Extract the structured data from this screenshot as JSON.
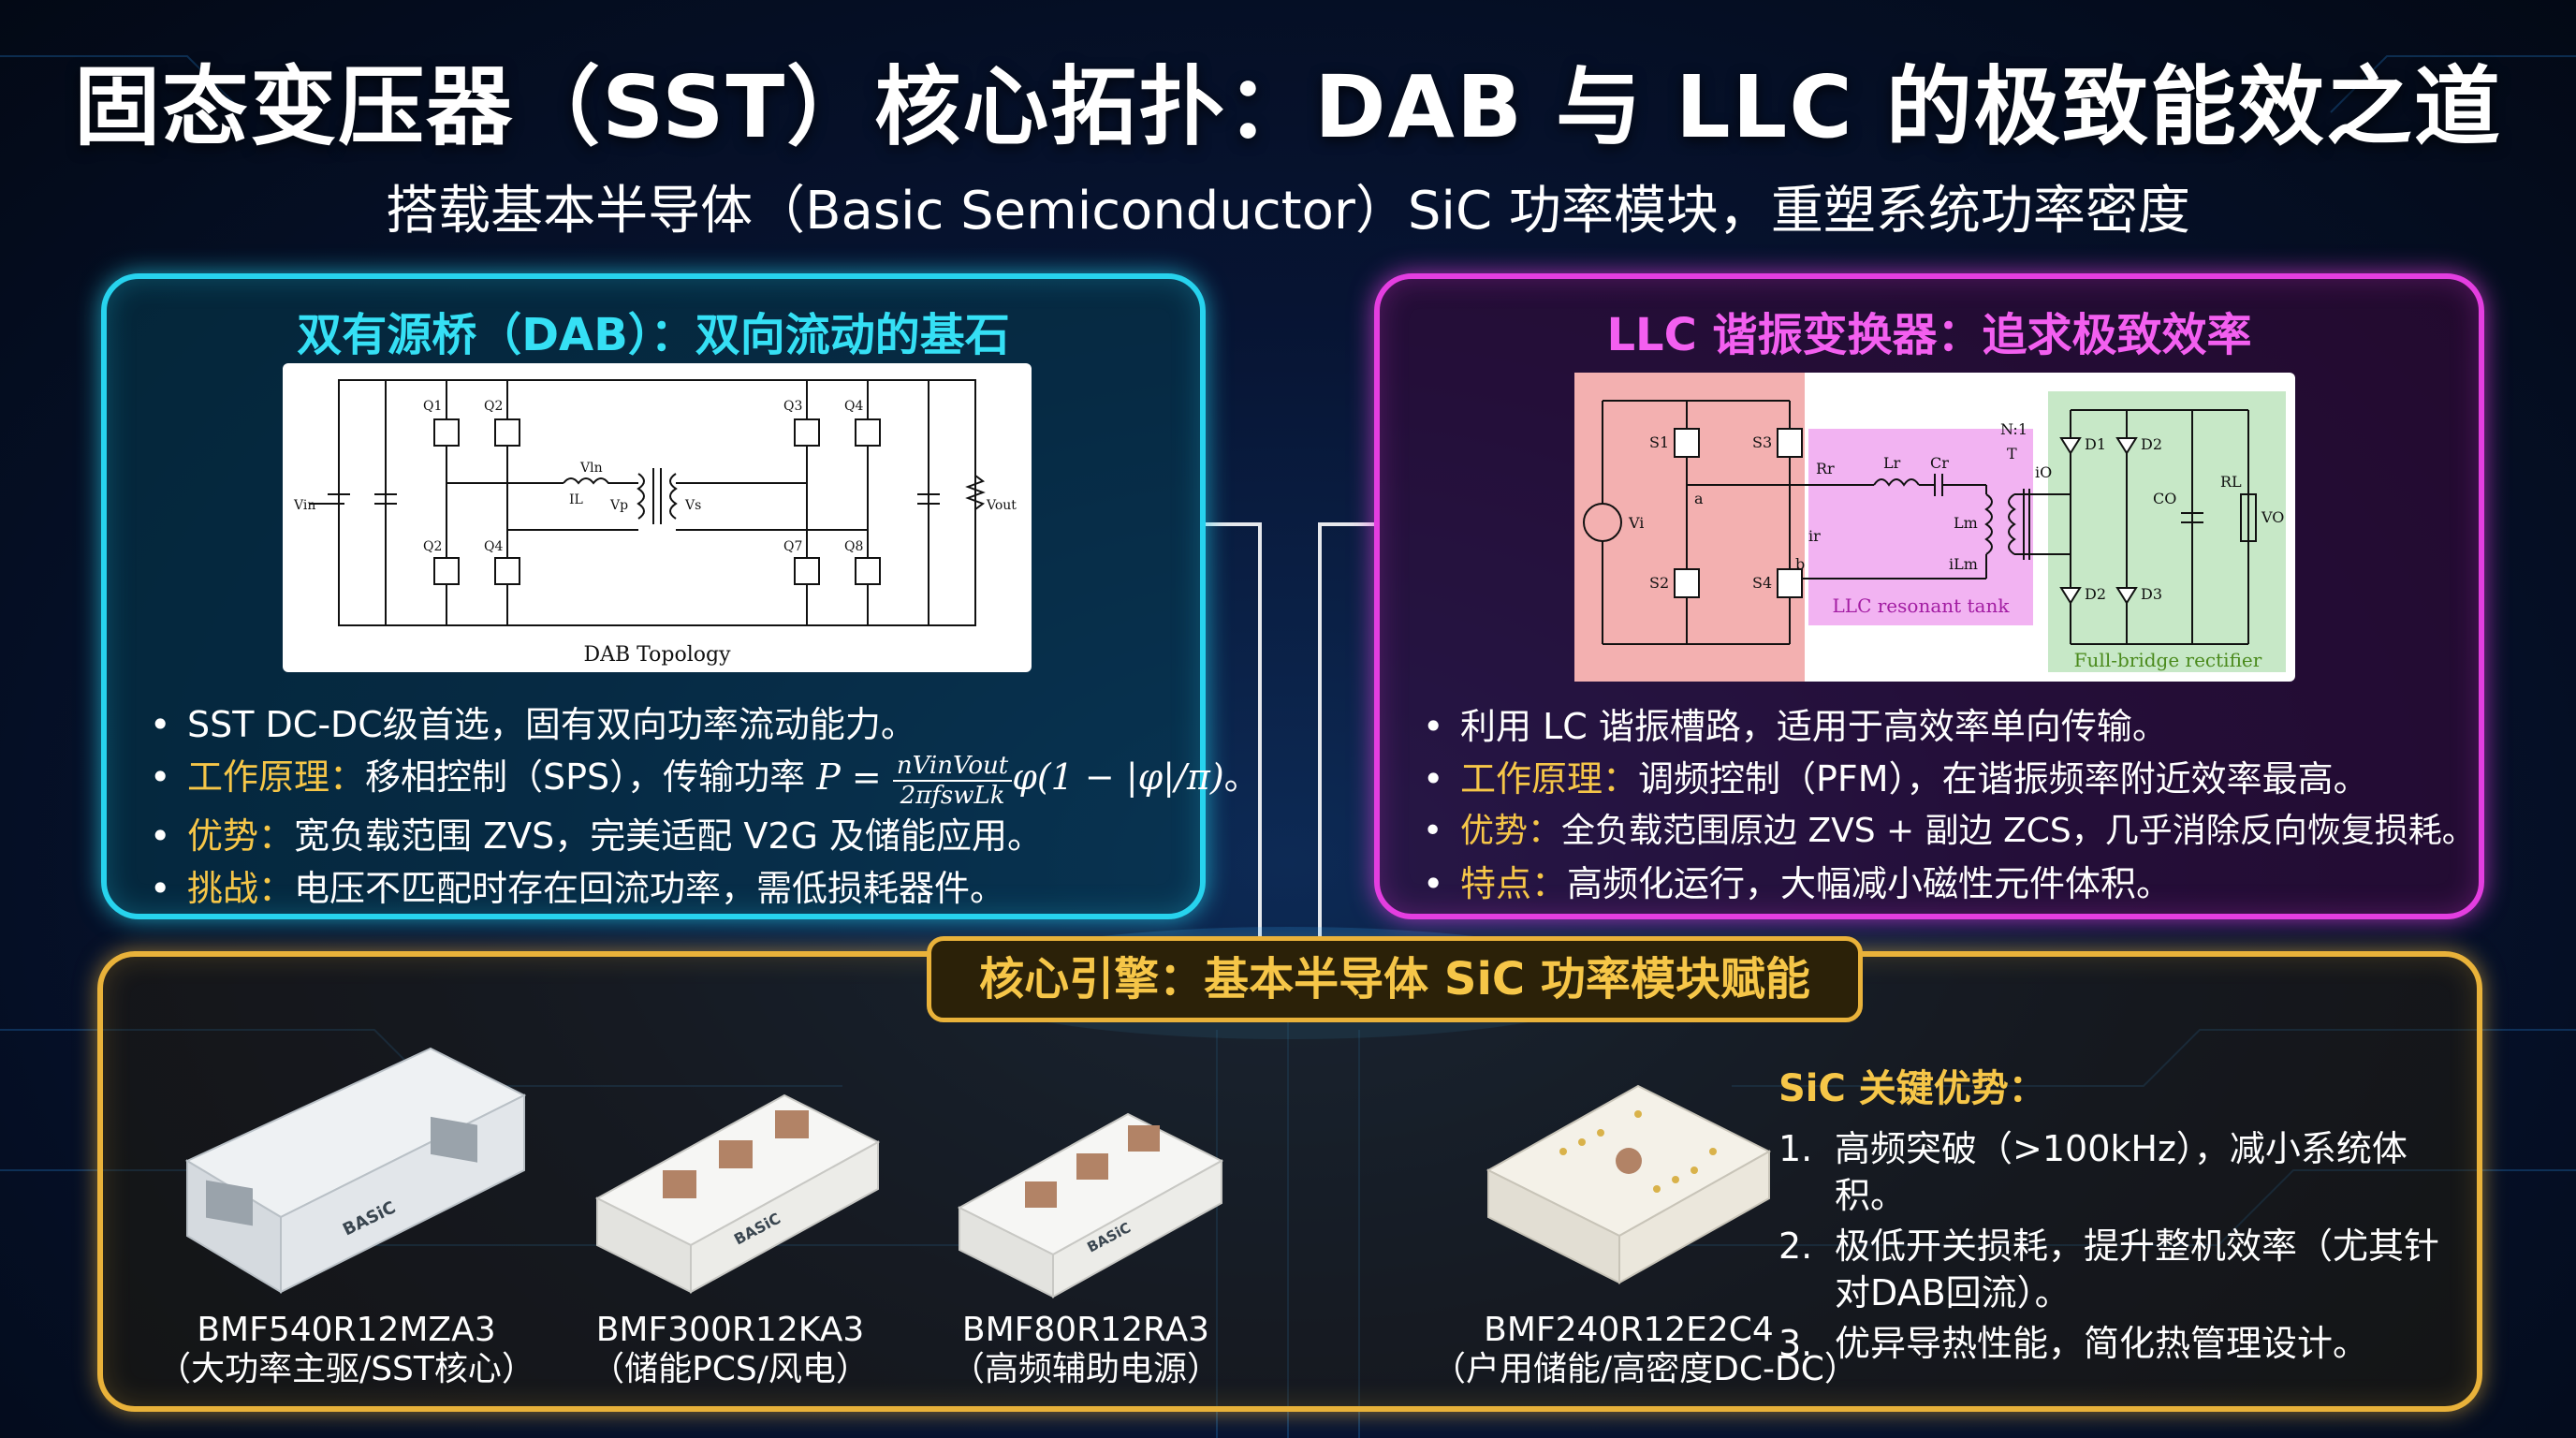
{
  "title": "固态变压器（SST）核心拓扑：DAB 与 LLC 的极致能效之道",
  "subtitle": "搭载基本半导体（Basic Semiconductor）SiC 功率模块，重塑系统功率密度",
  "colors": {
    "dab_accent": "#27d3ee",
    "llc_accent": "#e43ee0",
    "core_accent": "#e9b23a",
    "key_text": "#f6c648"
  },
  "dab": {
    "heading": "双有源桥（DAB）：双向流动的基石",
    "diagram": {
      "caption": "DAB Topology",
      "labels": {
        "q1": "Q1",
        "q2": "Q2",
        "q3": "Q3",
        "q4": "Q4",
        "q2b": "Q2",
        "q4b": "Q4",
        "q7": "Q7",
        "q8": "Q8",
        "vin": "Vin",
        "vout": "Vout",
        "vp": "Vp",
        "vs": "Vs",
        "vln": "Vln",
        "il": "IL"
      }
    },
    "bullets": [
      {
        "text": "SST DC-DC级首选，固有双向功率流动能力。"
      },
      {
        "key": "工作原理：",
        "text": "移相控制（SPS），传输功率 ",
        "formula_lhs": "P = ",
        "frac_num": "nVinVout",
        "frac_den": "2πfswLk",
        "formula_rhs": "φ(1 − |φ|/π)",
        "tail": "。"
      },
      {
        "key": "优势：",
        "text": "宽负载范围 ZVS，完美适配 V2G 及储能应用。"
      },
      {
        "key": "挑战：",
        "text": "电压不匹配时存在回流功率，需低损耗器件。"
      }
    ]
  },
  "llc": {
    "heading": "LLC 谐振变换器：追求极致效率",
    "diagram": {
      "tank_caption": "LLC resonant tank",
      "rect_caption": "Full-bridge rectifier",
      "labels": {
        "s1": "S1",
        "s2": "S2",
        "s3": "S3",
        "s4": "S4",
        "vi": "Vi",
        "a": "a",
        "b": "b",
        "rr": "Rr",
        "lr": "Lr",
        "cr": "Cr",
        "lm": "Lm",
        "ilm": "iLm",
        "ir": "ir",
        "n1": "N:1",
        "t": "T",
        "io": "iO",
        "d1": "D1",
        "d2": "D2",
        "d3": "D3",
        "d4": "D2",
        "co": "CO",
        "rl": "RL",
        "vo": "VO"
      }
    },
    "bullets": [
      {
        "text": "利用 LC 谐振槽路，适用于高效率单向传输。"
      },
      {
        "key": "工作原理：",
        "text": "调频控制（PFM），在谐振频率附近效率最高。"
      },
      {
        "key": "优势：",
        "text": "全负载范围原边 ZVS + 副边 ZCS，几乎消除反向恢复损耗。"
      },
      {
        "key": "特点：",
        "text": "高频化运行，大幅减小磁性元件体积。"
      }
    ]
  },
  "core": {
    "heading": "核心引擎：基本半导体 SiC 功率模块赋能",
    "modules": [
      {
        "name": "BMF540R12MZA3",
        "desc": "（大功率主驱/SST核心）"
      },
      {
        "name": "BMF300R12KA3",
        "desc": "（储能PCS/风电）"
      },
      {
        "name": "BMF80R12RA3",
        "desc": "（高频辅助电源）"
      },
      {
        "name": "BMF240R12E2C4",
        "desc": "（户用储能/高密度DC-DC）"
      }
    ],
    "module_brand": "BASiC",
    "sic": {
      "title": "SiC 关键优势：",
      "items": [
        {
          "num": "1.",
          "text": "高频突破（>100kHz），减小系统体积。"
        },
        {
          "num": "2.",
          "text": "极低开关损耗，提升整机效率（尤其针对DAB回流）。"
        },
        {
          "num": "3.",
          "text": "优异导热性能，简化热管理设计。"
        }
      ]
    }
  }
}
